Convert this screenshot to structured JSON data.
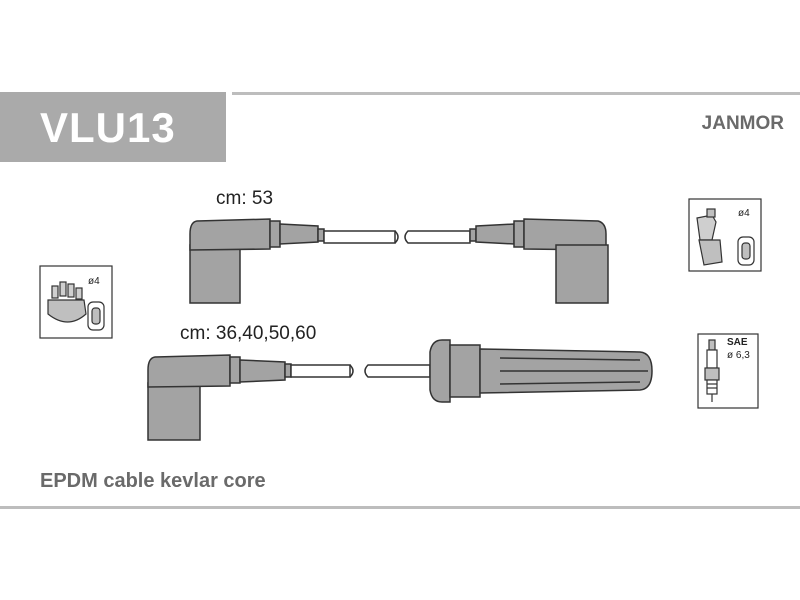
{
  "header": {
    "part_code": "VLU13",
    "brand": "JANMOR"
  },
  "cables": [
    {
      "length_label": "cm: 53"
    },
    {
      "length_label": "cm: 36,40,50,60"
    }
  ],
  "icons": {
    "distributor_top_right": {
      "label": "ø4",
      "icon": "distributor-cap-icon"
    },
    "distributor_left": {
      "label": "ø4",
      "icon": "distributor-cap-icon"
    },
    "spark_plug": {
      "standard": "SAE",
      "diameter": "ø 6,3",
      "icon": "spark-plug-icon"
    }
  },
  "footer": {
    "description": "EPDM cable kevlar core"
  },
  "colors": {
    "boot_fill": "#a3a3a3",
    "code_box": "#aaaaaa",
    "outline": "#333333"
  }
}
